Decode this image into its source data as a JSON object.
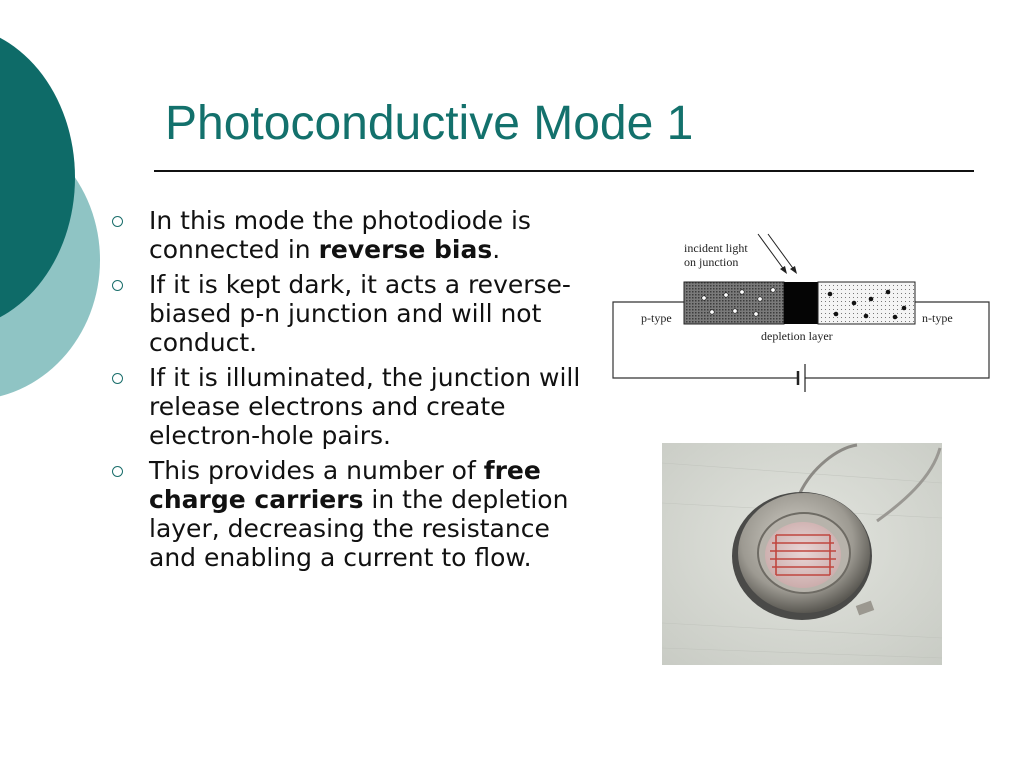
{
  "slide": {
    "title": "Photoconductive Mode 1",
    "bullets": [
      {
        "parts": [
          {
            "text": "In this mode the photodiode is connected in ",
            "bold": false
          },
          {
            "text": "reverse bias",
            "bold": true
          },
          {
            "text": ".",
            "bold": false
          }
        ]
      },
      {
        "parts": [
          {
            "text": "If it is kept dark, it acts a reverse-biased p-n junction and will not conduct.",
            "bold": false
          }
        ]
      },
      {
        "parts": [
          {
            "text": "If it is illuminated, the junction will release electrons and create electron-hole pairs.",
            "bold": false
          }
        ]
      },
      {
        "parts": [
          {
            "text": "This provides a number of ",
            "bold": false
          },
          {
            "text": "free charge carriers",
            "bold": true
          },
          {
            "text": " in the depletion layer, decreasing the resistance and enabling a current to flow.",
            "bold": false
          }
        ]
      }
    ]
  },
  "diagram": {
    "incident_light_line1": "incident light",
    "incident_light_line2": "on junction",
    "p_type": "p-type",
    "n_type": "n-type",
    "depletion_layer": "depletion layer"
  },
  "colors": {
    "accent_dark": "#0e6b68",
    "accent_light": "#8fc4c4",
    "title": "#13716c"
  }
}
